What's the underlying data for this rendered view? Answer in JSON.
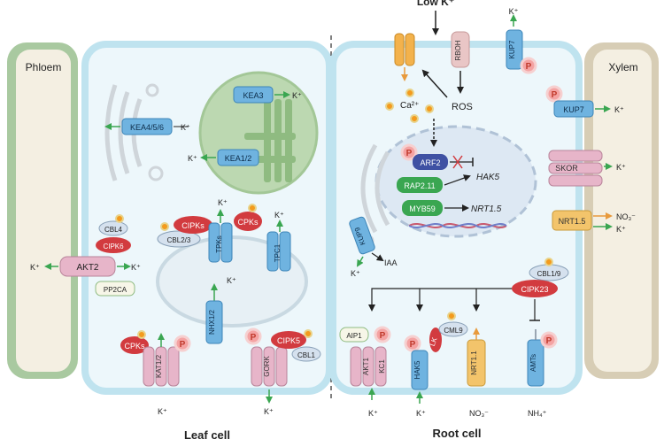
{
  "top": {
    "low_k": "Low K⁺",
    "rboh": "RBOH",
    "ros": "ROS",
    "kup7_top": "KUP7",
    "k_top": "K⁺",
    "ca": "Ca²⁺"
  },
  "phloem": {
    "label": "Phloem"
  },
  "xylem": {
    "label": "Xylem"
  },
  "leaf": {
    "caption": "Leaf cell",
    "kea3": "KEA3",
    "kea456": "KEA4/5/6",
    "kea12": "KEA1/2",
    "cbl4": "CBL4",
    "cipk6": "CIPK6",
    "akt2": "AKT2",
    "pp2ca": "PP2CA",
    "cipks": "CIPKs",
    "cpks": "CPKs",
    "cbl23": "CBL2/3",
    "tpks": "TPKs",
    "tpc1": "TPC1",
    "nhx12": "NHX1/2",
    "kat12": "KAT1/2",
    "gork": "GORK",
    "cipk5": "CIPK5",
    "cbl1": "CBL1",
    "cpks_bottom": "CPKs",
    "k": "K⁺"
  },
  "root": {
    "caption": "Root cell",
    "arf2": "ARF2",
    "hak5_gene": "HAK5",
    "rap211": "RAP2.11",
    "myb59": "MYB59",
    "nrt15_gene": "NRT1.5",
    "kup9": "KUP9",
    "iaa": "IAA",
    "kup7": "KUP7",
    "skor": "SKOR",
    "nrt15": "NRT1.5",
    "no3": "NO₃⁻",
    "cbl19": "CBL1/9",
    "cipk23": "CIPK23",
    "aip1": "AIP1",
    "akt1": "AKT1",
    "kc1": "KC1",
    "hak5": "HAK5",
    "lk": "LK",
    "cml9": "CML9",
    "nrt11": "NRT1.1",
    "amts": "AMTs",
    "nh4": "NH₄⁺",
    "k": "K⁺"
  },
  "p": "P",
  "colors": {
    "membrane": "#bfe3ef",
    "cell_fill": "#edf7fb",
    "transporter_blue": "#6fb3e0",
    "pink": "#e7b5c9",
    "cipk_red": "#d23b3f",
    "arrow_green": "#3aa651",
    "yellow": "#f3c46b"
  }
}
